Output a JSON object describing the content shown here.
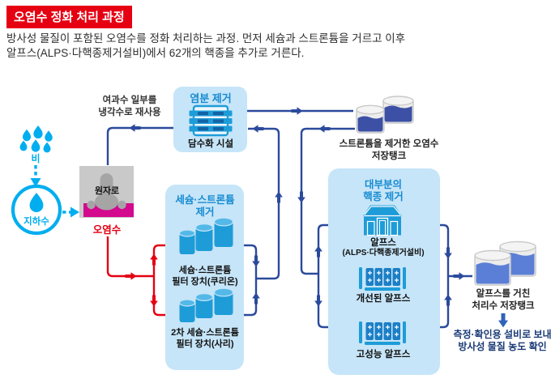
{
  "header": {
    "title": "오염수 정화 처리 과정",
    "description_line1": "방사성 물질이 포함된 오염수를 정화 처리하는 과정. 먼저 세슘과 스트론튬을 거르고 이후",
    "description_line2": "알프스(ALPS·다핵종제거설비)에서 62개의 핵종을 추가로 거른다."
  },
  "source_flow": {
    "rain_label": "비",
    "groundwater_label": "지하수",
    "reactor_label": "원자로",
    "contaminated_water_label": "오염수"
  },
  "recycle_note": {
    "line1": "여과수 일부를",
    "line2": "냉각수로 재사용"
  },
  "desalination_box": {
    "title": "염분 제거",
    "facility_label": "담수화 시설"
  },
  "cesium_box": {
    "title_line1": "세슘·스트론튬",
    "title_line2": "제거",
    "unit1_line1": "세슘·스트론튬",
    "unit1_line2": "필터 장치(쿠리온)",
    "unit2_line1": "2차 세슘·스트론튬",
    "unit2_line2": "필터 장치(사리)"
  },
  "strontium_storage": {
    "line1": "스트론튬을 제거한 오염수",
    "line2": "저장탱크"
  },
  "alps_box": {
    "title_line1": "대부분의",
    "title_line2": "핵종 제거",
    "unit1_line1": "알프스",
    "unit1_line2": "(ALPS·다핵종제거설비)",
    "unit2_label": "개선된 알프스",
    "unit3_label": "고성능 알프스"
  },
  "treated_storage": {
    "line1": "알프스를 거친",
    "line2": "처리수 저장탱크"
  },
  "final_note": {
    "line1": "측정·확인용 설비로 보내",
    "line2": "방사성 물질 농도 확인"
  },
  "icons": {
    "rain": "rain-drops-icon",
    "groundwater": "water-drop-icon",
    "reactor": "reactor-vessel-icon",
    "desalination": "desalination-membrane-icon",
    "filter_tanks": "filter-cylinders-icon",
    "alps_building": "alps-building-icon",
    "alps_rack": "alps-filter-rack-icon",
    "storage_tank": "storage-tank-icon"
  },
  "colors": {
    "badge_red": "#e50012",
    "cyan": "#00aeef",
    "magenta": "#d3098e",
    "flow_navy": "#2b4a9c",
    "flow_red": "#e50012",
    "box_background": "#c6e5f8",
    "box_title_blue": "#168bd2",
    "icon_blue": "#1e9cd8",
    "icon_dark_blue": "#1263a5",
    "reactor_gray": "#c9c9ca",
    "reactor_icon_gray": "#a5a5a6",
    "storage_liquid_dark": "#3c50a5",
    "storage_liquid_light": "#5b7fd6",
    "note_navy": "#1a3a75"
  }
}
